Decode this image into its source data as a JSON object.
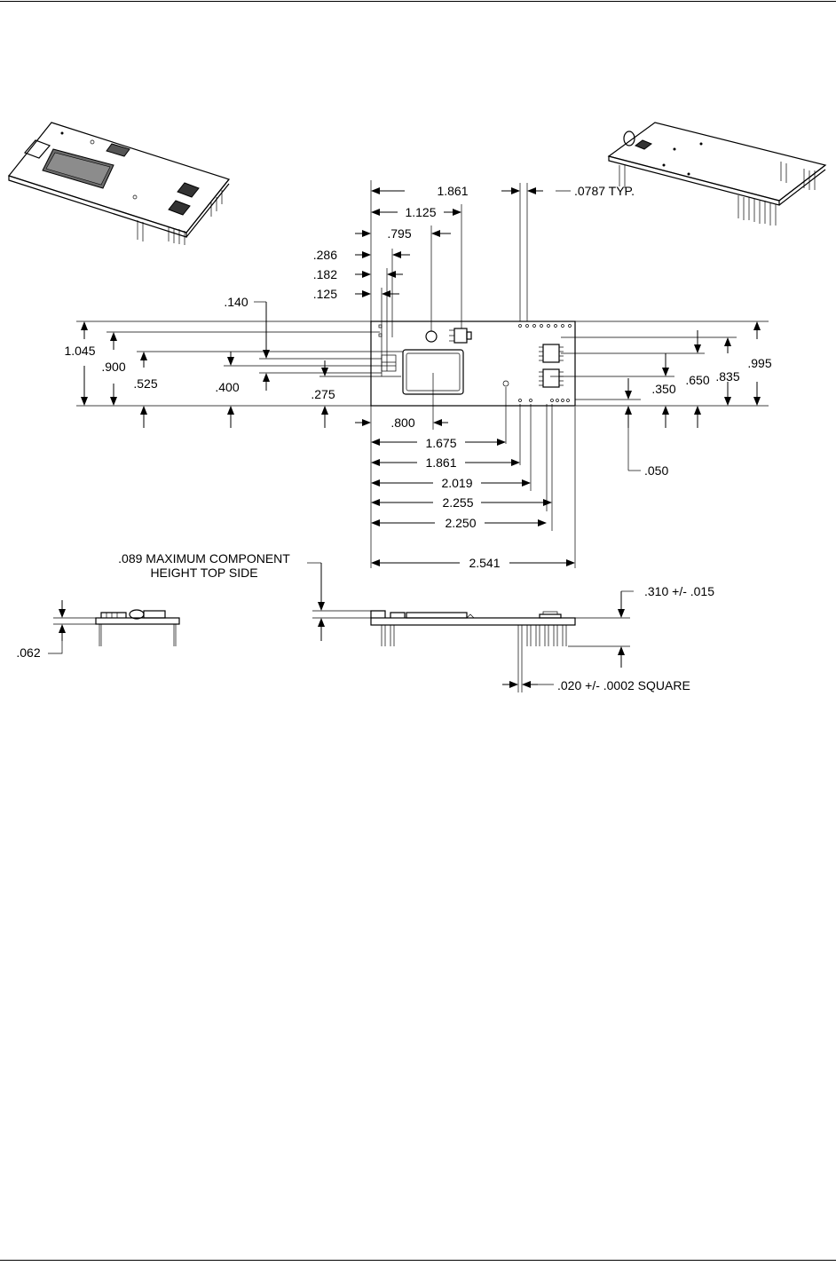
{
  "dimensions": {
    "top": {
      "d1861": "1.861",
      "d0787": ".0787  TYP.",
      "d1125": "1.125",
      "d795": ".795",
      "d286": ".286",
      "d182": ".182",
      "d125": ".125",
      "d140": ".140"
    },
    "left": {
      "d1045": "1.045",
      "d900": ".900",
      "d525": ".525",
      "d400": ".400",
      "d275": ".275"
    },
    "right": {
      "d995": ".995",
      "d835": ".835",
      "d650": ".650",
      "d350": ".350",
      "d050": ".050"
    },
    "bottom": {
      "d800": ".800",
      "d1675": "1.675",
      "d1861b": "1.861",
      "d2019": "2.019",
      "d2255": "2.255",
      "d2250": "2.250",
      "d2541": "2.541"
    },
    "side": {
      "component_note_line1": ".089 MAXIMUM COMPONENT",
      "component_note_line2": "HEIGHT TOP SIDE",
      "d062": ".062",
      "d310": ".310 +/- .015",
      "d020": ".020 +/- .0002  SQUARE"
    }
  }
}
